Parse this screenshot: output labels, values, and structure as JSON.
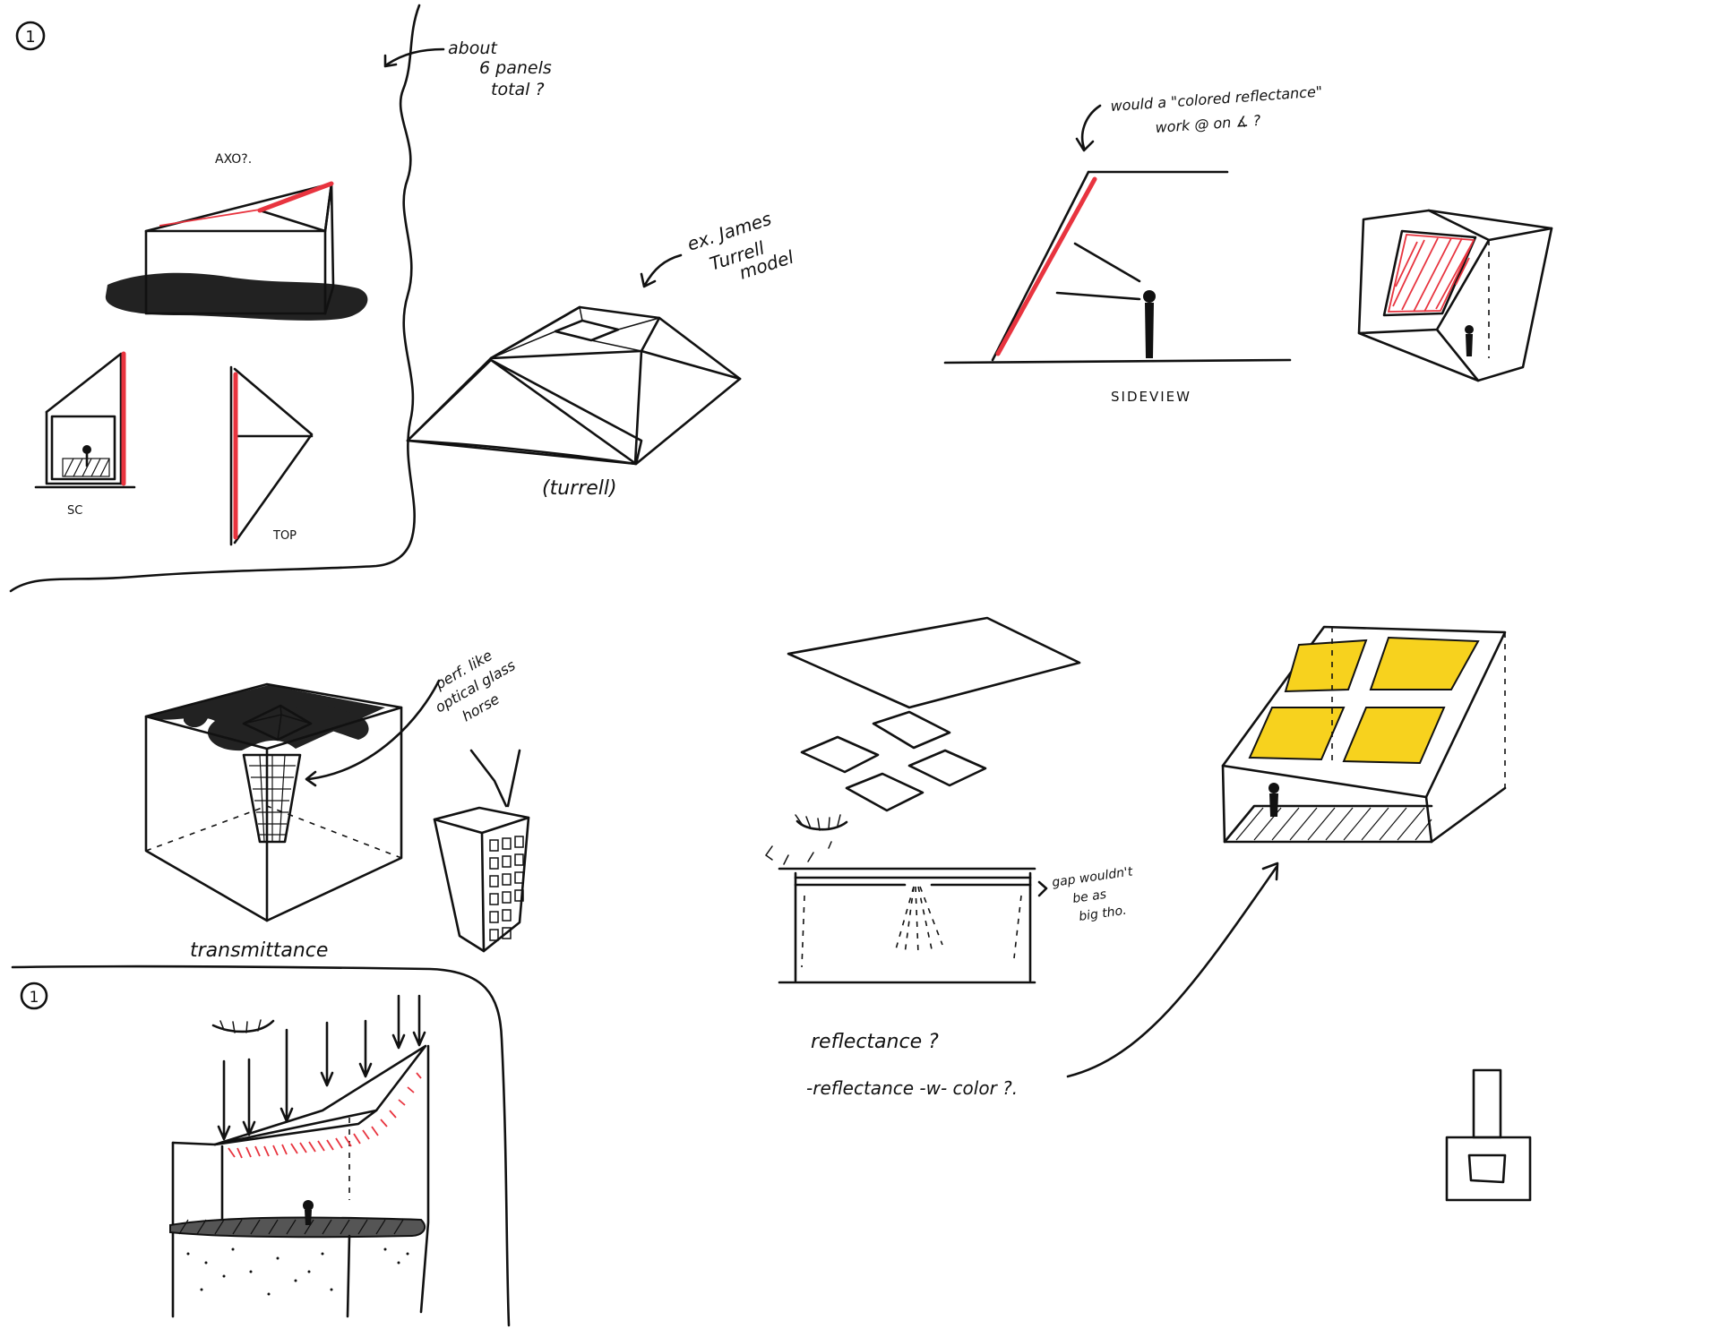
{
  "colors": {
    "ink": "#111111",
    "accent_red": "#e8343f",
    "highlight_yellow": "#f7d21e",
    "paper": "#ffffff"
  },
  "page1": {
    "number": "1",
    "note_panels": [
      "about",
      "6 panels",
      "total ?"
    ],
    "label_axo": "AXO?.",
    "label_sc": "SC",
    "label_top": "TOP",
    "note_turrell": [
      "ex. James",
      "Turrell",
      "model"
    ],
    "label_turrell": "(turrell)",
    "note_colored": [
      "would a \"colored reflectance\"",
      "work @ on ∡ ?"
    ],
    "label_sideview": "SIDEVIEW"
  },
  "page2": {
    "note_perf": [
      "perf. like",
      "optical glass",
      "horse"
    ],
    "label_transmittance": "transmittance",
    "note_gap": [
      "gap wouldn't",
      "be as",
      "big tho."
    ],
    "label_reflectance": "reflectance ?",
    "label_reflectance_color": "-reflectance -w- color ?."
  },
  "page3": {
    "number": "1"
  }
}
